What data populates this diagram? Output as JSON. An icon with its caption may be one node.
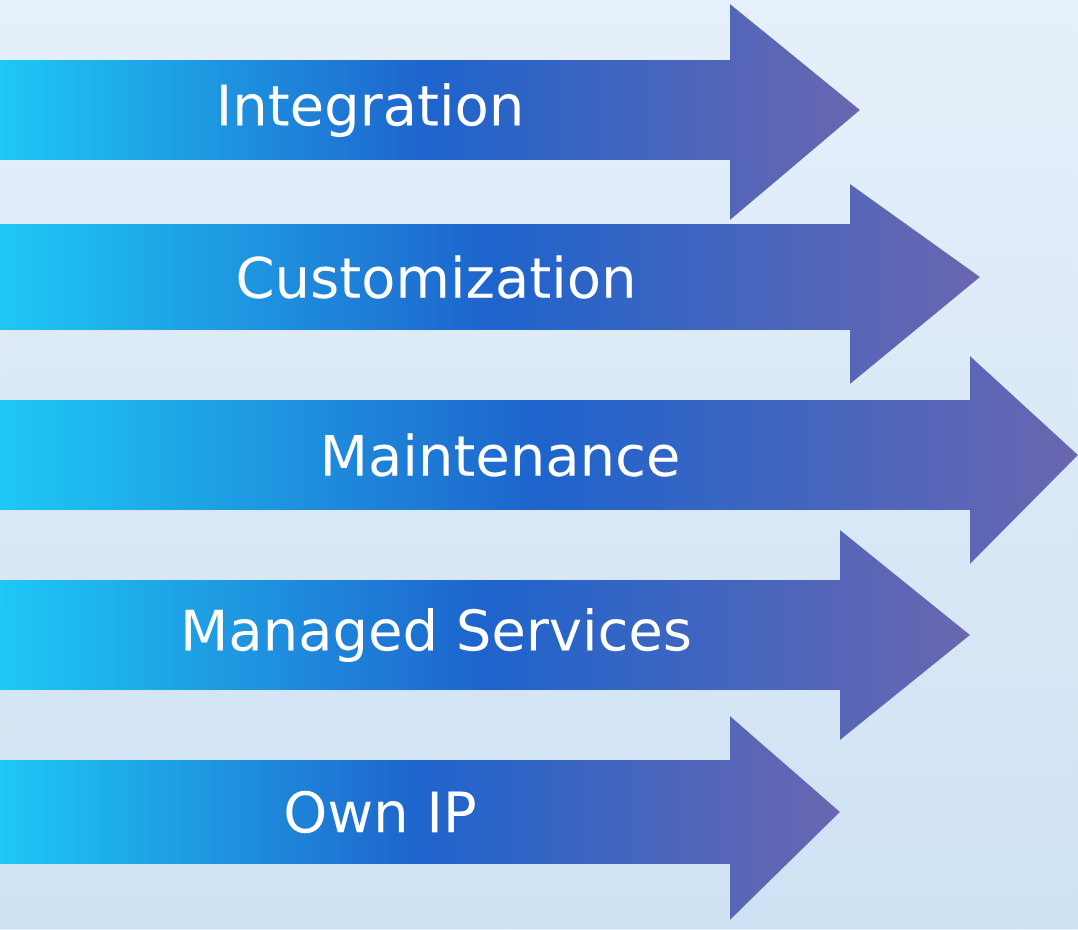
{
  "diagram": {
    "nodes": [
      {
        "text": [
          "Integration"
        ]
      },
      {
        "text": [
          "Customization"
        ]
      },
      {
        "text": [
          "Maintenance"
        ]
      },
      {
        "text": [
          "Managed Services"
        ]
      },
      {
        "text": [
          "Own IP"
        ]
      }
    ]
  }
}
